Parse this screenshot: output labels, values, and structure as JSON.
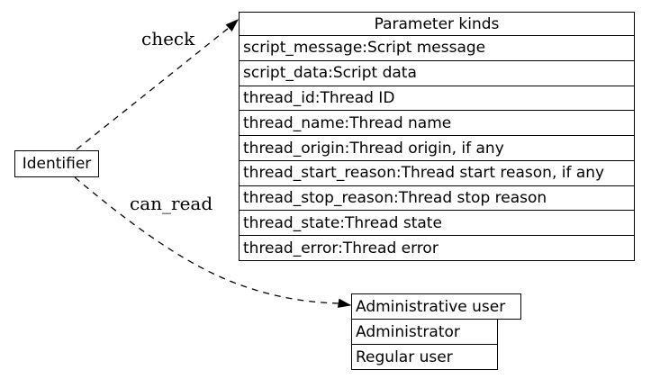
{
  "colors": {
    "background": "#ffffff",
    "line": "#000000",
    "text": "#000000"
  },
  "identifier_node": {
    "label": "Identifier"
  },
  "parameter_table": {
    "title": "Parameter kinds",
    "rows": [
      "script_message:Script message",
      "script_data:Script data",
      "thread_id:Thread ID",
      "thread_name:Thread name",
      "thread_origin:Thread origin, if any",
      "thread_start_reason:Thread start reason, if any",
      "thread_stop_reason:Thread stop reason",
      "thread_state:Thread state",
      "thread_error:Thread error"
    ]
  },
  "user_table": {
    "header": "Administrative user",
    "rows": [
      "Administrator",
      "Regular user"
    ]
  },
  "edges": [
    {
      "label": "check",
      "from": "Identifier",
      "to": "Parameter kinds",
      "style": "dashed"
    },
    {
      "label": "can_read",
      "from": "Identifier",
      "to": "Administrative user",
      "style": "dashed"
    }
  ]
}
